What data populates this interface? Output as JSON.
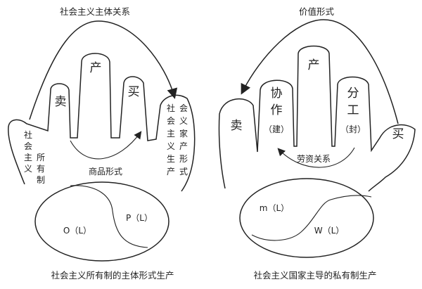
{
  "left": {
    "top_label": "社会主义主体关系",
    "fingers": [
      "卖",
      "产",
      "买"
    ],
    "thumb_left_chars": [
      "社",
      "会",
      "主",
      "义"
    ],
    "thumb_left_sub_chars": [
      "所",
      "有",
      "制"
    ],
    "thumb_right_col1": [
      "社",
      "会",
      "主",
      "义",
      "生",
      "产"
    ],
    "thumb_right_col2": [
      "会",
      "义",
      "家",
      "产",
      "形",
      "式"
    ],
    "arc_label": "商品形式",
    "oval_left": "O（L）",
    "oval_right": "P（L）",
    "caption": "社会主义所有制的主体形式生产"
  },
  "right": {
    "top_label": "价值形式",
    "left_thumb": "卖",
    "fingers_mid": [
      "协",
      "作",
      "（建）"
    ],
    "finger_top": "产",
    "fingers_right": [
      "分",
      "工",
      "（封）"
    ],
    "right_thumb": "买",
    "arc_label": "劳资关系",
    "oval_left": "m（L）",
    "oval_right": "W（L）",
    "caption": "社会主义国家主导的私有制生产"
  }
}
